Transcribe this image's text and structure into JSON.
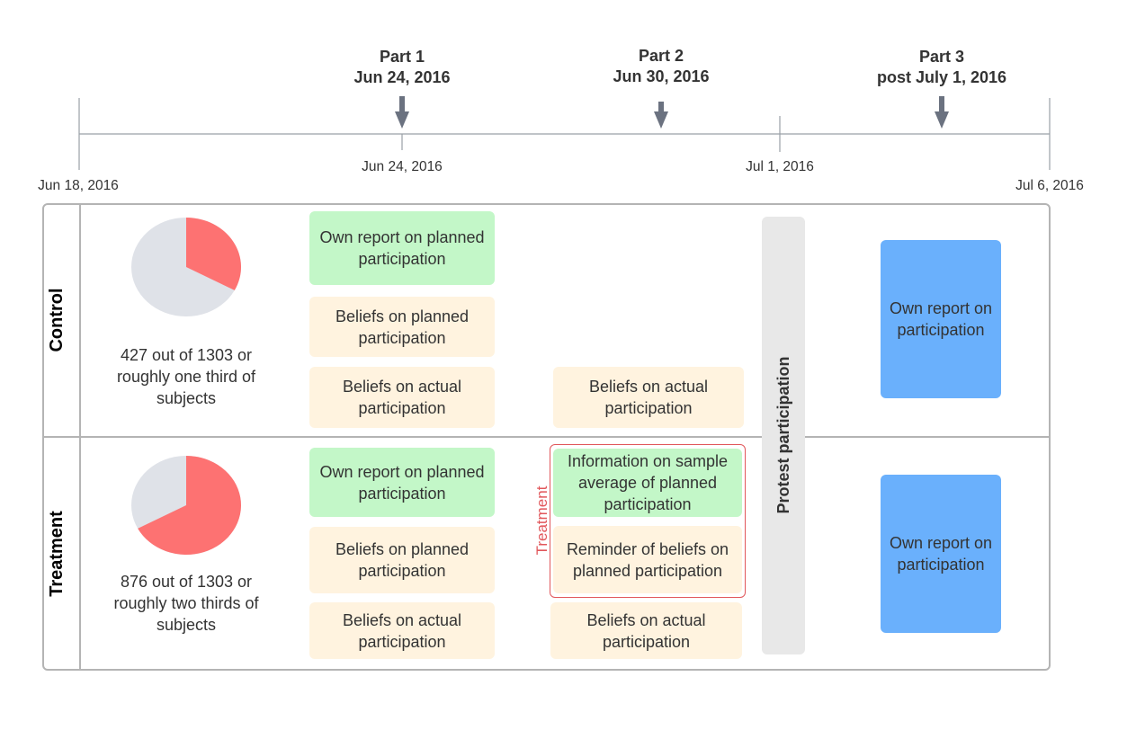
{
  "timeline": {
    "phases": [
      {
        "part": "Part 1",
        "date": "Jun 24, 2016"
      },
      {
        "part": "Part 2",
        "date": "Jun 30, 2016"
      },
      {
        "part": "Part 3",
        "date": "post July 1, 2016"
      }
    ],
    "ticks": [
      "Jun 18, 2016",
      "Jun 24, 2016",
      "Jul 1, 2016",
      "Jul 6, 2016"
    ]
  },
  "rows": {
    "control": {
      "label": "Control",
      "pie_fraction": 0.328,
      "pie_text": "427 out of 1303 or roughly one third of subjects"
    },
    "treatment": {
      "label": "Treatment",
      "pie_fraction": 0.672,
      "pie_text": "876 out of 1303 or roughly two thirds of subjects"
    }
  },
  "boxes": {
    "own_report_planned": "Own report on planned participation",
    "beliefs_planned": "Beliefs on planned participation",
    "beliefs_actual": "Beliefs on actual participation",
    "info_sample_average": "Information on sample average of planned participation",
    "reminder_beliefs": "Reminder of beliefs on planned participation",
    "own_report_participation": "Own report on participation",
    "protest_participation": "Protest participation",
    "treatment_bracket": "Treatment"
  },
  "colors": {
    "pie_share": "#fd7272",
    "pie_rest": "#dfe2e8",
    "green_box": "#c3f7c8",
    "beige_box": "#fff3df",
    "blue_box": "#6ab0fc",
    "protest_bar": "#e8e8e8",
    "treatment_outline": "#e1575b",
    "arrow": "#6b7280"
  }
}
